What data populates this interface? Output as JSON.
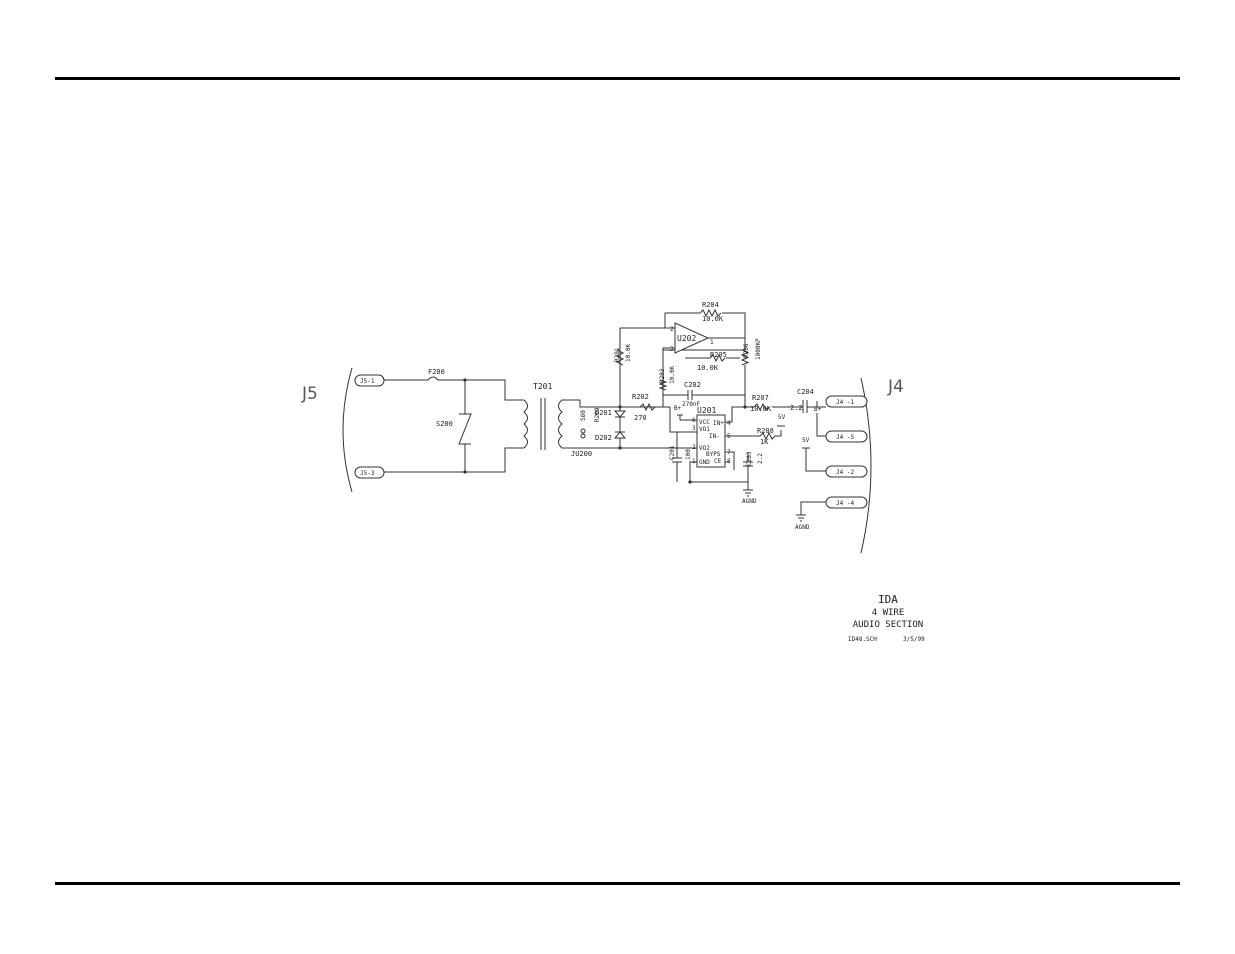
{
  "connectors": {
    "j5": "J5",
    "j4": "J4",
    "j5_1": "J5-1",
    "j5_3": "J5-3",
    "j4_1": "J4 -1",
    "j4_5": "J4 -5",
    "j4_2": "J4 -2",
    "j4_4": "J4 -4"
  },
  "components": {
    "f200": "F200",
    "s200": "S200",
    "t201": "T201",
    "ju200": "JU200",
    "r209": "R209",
    "s80": "S80",
    "d201": "D201",
    "d202": "D202",
    "r201": "R201",
    "r201_val": "10.0K",
    "r202": "R202",
    "r202_val": "270",
    "r203": "R203",
    "r203_val": "10.0K",
    "r204": "R204",
    "r204_val": "10.0K",
    "r205": "R205",
    "r205_val": "10.0K",
    "r206": "R206",
    "r206_val": "1000KP",
    "r207": "R207",
    "r207_val": "10.0K",
    "r208": "R208",
    "r208_val": "1K",
    "c201": "C201",
    "c201_val": "100",
    "c202": "C202",
    "c202_val": "270nF",
    "c203": "C203",
    "c203_val": "2.2",
    "c204": "C204",
    "c204_val": "2.2",
    "u201": "U201",
    "u202": "U202"
  },
  "ic_pins": {
    "vcc": "VCC",
    "in_plus": "IN+",
    "in_minus": "IN-",
    "vo1": "VO1",
    "vo2": "VO2",
    "byps": "BYPS",
    "gnd": "GND",
    "ce": "CE",
    "p6": "6",
    "p3": "3",
    "p2": "2",
    "p1": "1",
    "p4": "4",
    "p5": "5",
    "p7": "7",
    "p8": "8"
  },
  "opamp_pins": {
    "p2": "2",
    "p3": "3",
    "p1": "1"
  },
  "power": {
    "bplus": "B+",
    "sv1": "5V",
    "sv2": "5V",
    "agnd1": "AGND",
    "agnd2": "AGND"
  },
  "title_block": {
    "name": "IDA",
    "line1": "4 WIRE",
    "line2": "AUDIO SECTION",
    "file": "ID48.SCH",
    "date": "3/5/99"
  }
}
